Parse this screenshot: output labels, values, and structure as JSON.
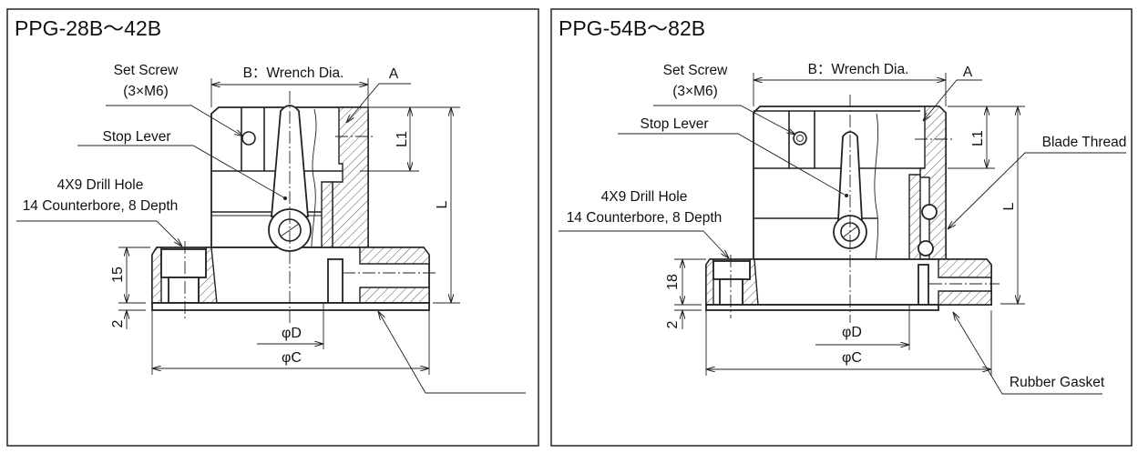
{
  "panels": [
    {
      "title": "PPG-28B～42B",
      "set_screw": "Set Screw",
      "set_screw_spec": "(3×M6)",
      "wrench": "B：Wrench Dia.",
      "a": "A",
      "stop_lever": "Stop Lever",
      "drill_hole": "4X9 Drill Hole",
      "counterbore": "14 Counterbore, 8 Depth",
      "flange_height": "15",
      "gasket_thickness": "2",
      "l1": "L1",
      "l": "L",
      "phi_d": "φD",
      "phi_c": "φC"
    },
    {
      "title": "PPG-54B～82B",
      "set_screw": "Set Screw",
      "set_screw_spec": "(3×M6)",
      "wrench": "B：Wrench Dia.",
      "a": "A",
      "stop_lever": "Stop Lever",
      "drill_hole": "4X9 Drill Hole",
      "counterbore": "14 Counterbore, 8 Depth",
      "flange_height": "18",
      "gasket_thickness": "2",
      "l1": "L1",
      "l": "L",
      "phi_d": "φD",
      "phi_c": "φC",
      "blade_thread": "Blade Thread",
      "rubber_gasket": "Rubber Gasket"
    }
  ]
}
